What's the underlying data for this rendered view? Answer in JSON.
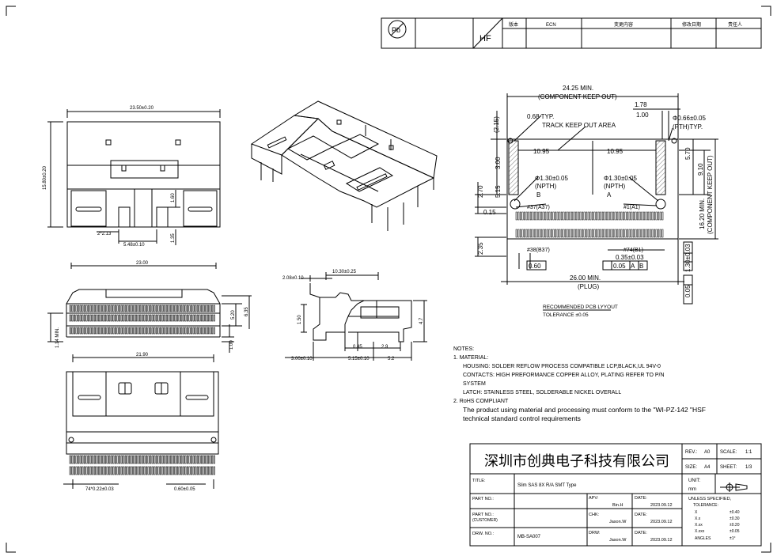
{
  "rev_header": {
    "col1": "版本",
    "col2": "ECN",
    "col3": "变更内容",
    "col4": "修改日期",
    "col5": "责任人"
  },
  "marks": {
    "pb": "Pb",
    "hf": "HF"
  },
  "front_view": {
    "width": "23.50±0.20",
    "height": "15.80±0.20",
    "d160": "1.60",
    "d135": "1.35",
    "d213": "2*2.13",
    "d548": "5.48±0.10"
  },
  "bottom_view": {
    "width": "23.00",
    "d520": "5.20",
    "d635": "6.35",
    "d114": "1.14 MIN.",
    "d100": "1.00"
  },
  "side_view": {
    "d208": "2.08±0.10",
    "d1030": "10.30±0.25",
    "d150": "1.50",
    "d47": "4.7",
    "d045": "0.45",
    "d29": "2.9",
    "d300": "3.00±0.10",
    "d515": "5.15±0.10",
    "d52": "5.2"
  },
  "top_view": {
    "width": "21.90",
    "pitch": "74*0.22±0.03",
    "d060": "0.60±0.05"
  },
  "pcb": {
    "keepout_w": "24.25 MIN.",
    "keepout_w2": "(COMPONENT KEEP OUT)",
    "d178": "1.78",
    "d100": "1.00",
    "pth": "Φ0.66±0.05",
    "pth2": "(PTH)TYP.",
    "d215": "(2.15)",
    "d068": "0.68 TYP.",
    "track": "TRACK KEEP OUT AREA",
    "d1095a": "10.95",
    "d1095b": "10.95",
    "d300": "3.00",
    "d515": "5.15",
    "d570": "5.70",
    "d910": "9.10",
    "keepout_h": "16.20 MIN.",
    "keepout_h2": "(COMPONENT KEEP OUT)",
    "npth_l": "Φ1.30±0.05",
    "npth_l2": "(NPTH)",
    "datum_b": "B",
    "npth_r": "Φ1.30±0.05",
    "npth_r2": "(NPTH)",
    "datum_a": "A",
    "d270": "2.70",
    "d015": "0.15",
    "pin37": "#37(A37)",
    "pin1": "#1(A1)",
    "d235": "2.35",
    "pin38": "#38(B37)",
    "pin74": "#74(B1)",
    "d035": "0.35±0.03",
    "tol1": "0.05",
    "tol_a": "A",
    "tol_b": "B",
    "d060": "0.60",
    "d130": "1.30±0.03",
    "tol2": "0.05",
    "plug_w": "26.00 MIN.",
    "plug_w2": "(PLUG)",
    "caption": "RECOMMENDED PCB LYYOUT",
    "caption_tol": "TOLERANCE ±0.05"
  },
  "notes": {
    "title": "NOTES:",
    "l1": "1. MATERIAL:",
    "l2": "HOUSING: SOLDER REFLOW PROCESS COMPATIBLE LCP,BLACK,UL 94V-0",
    "l3": "CONTACTS: HIGH PREFORMANCE COPPER ALLOY, PLATING REFER TO P/N",
    "l4": "SYSTEM",
    "l5": "LATCH: STAINLESS STEEL, SOLDERABLE NICKEL OVERALL",
    "l6": "2. RoHS COMPLIANT",
    "l7": "The product using material and processing must conform to the \"WI-PZ-142 \"HSF",
    "l8": "technical standard control requirements"
  },
  "title_block": {
    "company": "深圳市创典电子科技有限公司",
    "rev_label": "REV.:",
    "rev_value": "A0",
    "scale_label": "SCALE:",
    "scale_value": "1:1",
    "size_label": "SIZE:",
    "size_value": "A4",
    "sheet_label": "SHEET:",
    "sheet_value": "1/3",
    "unit_label": "UNIT:",
    "unit_value": "mm",
    "title_label": "TITLE:",
    "title_value": "Slim SAS 8X R/A SMT Type",
    "part_no_label": "PART NO.:",
    "part_no_cust_label": "PART NO.:",
    "part_no_cust2": "(CUSTOMER)",
    "drw_no_label": "DRW. NO.:",
    "drw_no_value": "MB-SA007",
    "apv_label": "APV:",
    "apv_name": "Bin.H",
    "chk_label": "CHK:",
    "chk_name": "Jason.W",
    "drw_label": "DRW:",
    "drw_name": "Jason.W",
    "date_label1": "DATE:",
    "date1": "2023.09.12",
    "date_label2": "DATE:",
    "date2": "2023.09.12",
    "date_label3": "DATE:",
    "date3": "2023.09.12",
    "unless": "UNLESS SPECIFIED,",
    "tolerance": "TOLERANCE:",
    "t_x": "X",
    "t_xv": "±0.40",
    "t_xx": "X.x",
    "t_xxv": "±0.30",
    "t_xxx": "X.xx",
    "t_xxxv": "±0.20",
    "t_x4": "X.xxx",
    "t_x4v": "±0.05",
    "t_ang": "ANGLES",
    "t_angv": "±1°"
  },
  "colors": {
    "line": "#000000",
    "hatch": "#555555"
  }
}
